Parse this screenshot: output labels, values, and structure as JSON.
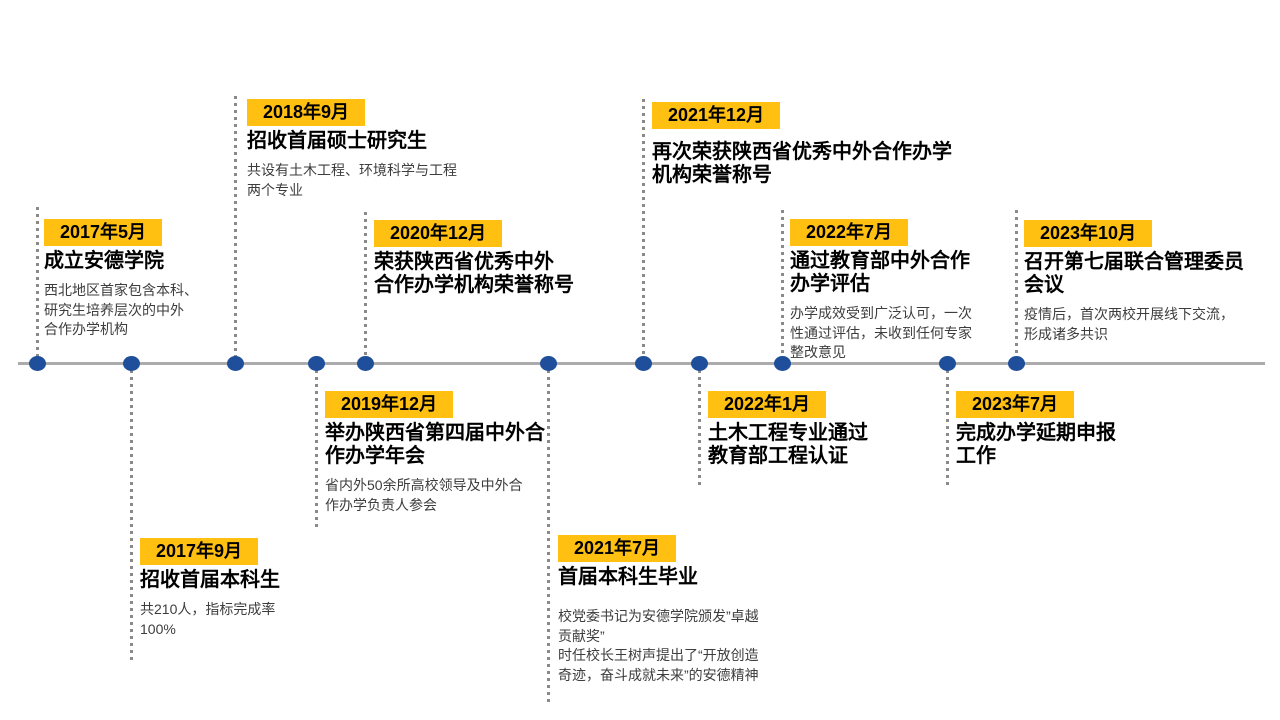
{
  "colors": {
    "badge_background": "#FFC012",
    "dot_blue": "#1F4E9B",
    "axis_gray": "#ABABAB",
    "connector_gray": "#8A8A8A",
    "title_text": "#000000",
    "desc_text": "#3D3D3D"
  },
  "timeline": {
    "events": [
      {
        "date": "2017年5月",
        "title": "成立安德学院",
        "desc": "西北地区首家包含本科、\n研究生培养层次的中外\n合作办学机构",
        "side": "above"
      },
      {
        "date": "2017年9月",
        "title": "招收首届本科生",
        "desc": "共210人，指标完成率\n100%",
        "side": "below"
      },
      {
        "date": "2018年9月",
        "title": "招收首届硕士研究生",
        "desc": "共设有土木工程、环境科学与工程\n两个专业",
        "side": "above"
      },
      {
        "date": "2019年12月",
        "title": "举办陕西省第四届中外合\n作办学年会",
        "desc": "省内外50余所高校领导及中外合\n作办学负责人参会",
        "side": "below"
      },
      {
        "date": "2020年12月",
        "title": "荣获陕西省优秀中外\n合作办学机构荣誉称号",
        "desc": "",
        "side": "above"
      },
      {
        "date": "2021年7月",
        "title": "首届本科生毕业",
        "desc": "校党委书记为安德学院颁发”卓越\n贡献奖”\n时任校长王树声提出了“开放创造\n奇迹，奋斗成就未来”的安德精神",
        "side": "below"
      },
      {
        "date": "2021年12月",
        "title": "再次荣获陕西省优秀中外合作办学\n机构荣誉称号",
        "desc": "",
        "side": "above"
      },
      {
        "date": "2022年1月",
        "title": "土木工程专业通过\n教育部工程认证",
        "desc": "",
        "side": "below"
      },
      {
        "date": "2022年7月",
        "title": "通过教育部中外合作\n办学评估",
        "desc": "办学成效受到广泛认可，一次\n性通过评估，未收到任何专家\n整改意见",
        "side": "above"
      },
      {
        "date": "2023年7月",
        "title": "完成办学延期申报\n工作",
        "desc": "",
        "side": "below"
      },
      {
        "date": "2023年10月",
        "title": "召开第七届联合管理委员\n会议",
        "desc": "疫情后，首次两校开展线下交流，\n形成诸多共识",
        "side": "above"
      }
    ]
  }
}
